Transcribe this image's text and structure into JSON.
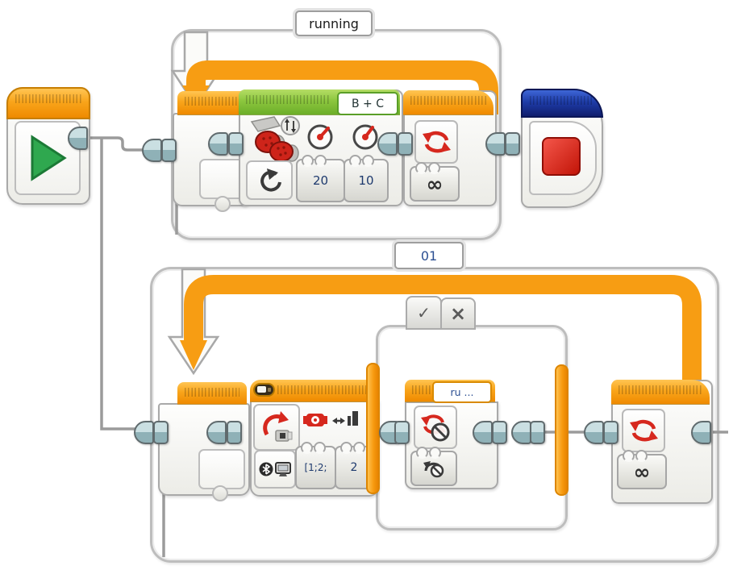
{
  "labels": {
    "loop_top": "running",
    "loop_bottom": "01",
    "move_ports": "B + C",
    "interrupt_target": "ru ..."
  },
  "values": {
    "move_speed_b": "20",
    "move_speed_c": "10",
    "switch_ids": "[1;2;",
    "switch_channel": "2"
  },
  "glyphs": {
    "infinity_top": "∞",
    "infinity_bottom": "∞",
    "tab_true": "✓",
    "tab_false": "×"
  },
  "colors": {
    "flow_orange": "#F79D13",
    "action_green": "#8CC63E",
    "advanced_blue": "#1E3CA8",
    "data_red": "#D6281E",
    "value_text_navy": "#1E3A6E",
    "wire_gray": "#9B9B9B"
  }
}
